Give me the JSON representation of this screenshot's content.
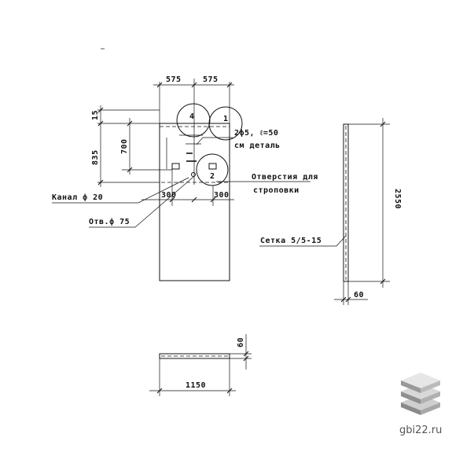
{
  "dimensions": {
    "top_left": "575",
    "top_right": "575",
    "left_top": "15",
    "left_mid": "700",
    "left_total": "835",
    "bottom_left": "300",
    "bottom_right": "300",
    "right_height": "2550",
    "right_small": "60",
    "side_thickness": "60",
    "side_length": "1150"
  },
  "callouts": {
    "circle_1": "1",
    "circle_2": "2",
    "circle_4": "4",
    "detail_line1": "2ф5, ℓ=50",
    "detail_line2": "см деталь",
    "holes_line1": "Отверстия для",
    "holes_line2": "строповки",
    "channel": "Канал ф 20",
    "hole": "Отв.ф 75",
    "mesh": "Сетка 5/5-15"
  },
  "watermark": {
    "text": "gbi22.ru",
    "logo": "stacked-slabs-logo"
  }
}
